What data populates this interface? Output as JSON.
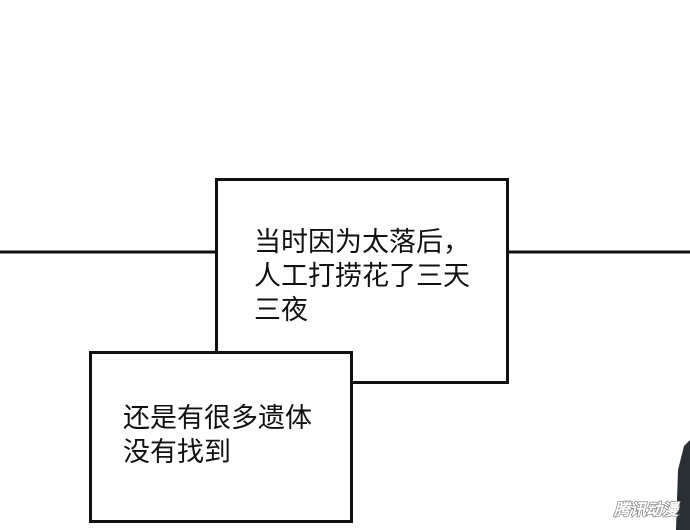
{
  "captions": {
    "top": {
      "line1": "当时因为太落后，",
      "line2": "人工打捞花了三天",
      "line3": "三夜"
    },
    "bottom": {
      "line1": "还是有很多遗体",
      "line2": "没有找到"
    }
  },
  "watermark": {
    "text": "腾讯动漫"
  },
  "colors": {
    "ink": "#111111",
    "paper": "#ffffff",
    "watermark_outline": "#8a8a8a"
  }
}
